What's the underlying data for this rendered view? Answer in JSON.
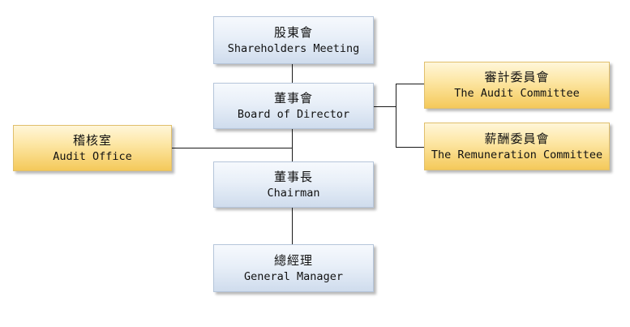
{
  "nodes": {
    "shareholders": {
      "zh": "股東會",
      "en": "Shareholders Meeting"
    },
    "board": {
      "zh": "董事會",
      "en": "Board of Director"
    },
    "audit_committee": {
      "zh": "審計委員會",
      "en": "The Audit Committee"
    },
    "remuneration_committee": {
      "zh": "薪酬委員會",
      "en": "The Remuneration Committee"
    },
    "audit_office": {
      "zh": "稽核室",
      "en": "Audit Office"
    },
    "chairman": {
      "zh": "董事長",
      "en": "Chairman"
    },
    "general_manager": {
      "zh": "總經理",
      "en": "General Manager"
    }
  },
  "colors": {
    "main_box": "#e8eff8",
    "committee_box": "#fde7a6",
    "connector": "#1a1a1a"
  }
}
